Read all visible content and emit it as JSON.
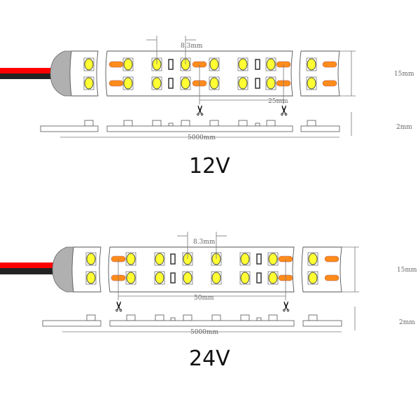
{
  "strips": [
    {
      "voltage": "12V",
      "led_pitch": "8.3mm",
      "cut_length": "25mm",
      "width": "15mm",
      "thickness": "2mm",
      "total_length": "5000mm"
    },
    {
      "voltage": "24V",
      "led_pitch": "8.3mm",
      "cut_length": "50mm",
      "width": "15mm",
      "thickness": "2mm",
      "total_length": "5000mm"
    }
  ],
  "colors": {
    "led": "#ffff33",
    "resistor_pad": "#ff8c1a",
    "wire_red": "#ff0000",
    "wire_black": "#222222",
    "cap": "#b0b0b0"
  }
}
